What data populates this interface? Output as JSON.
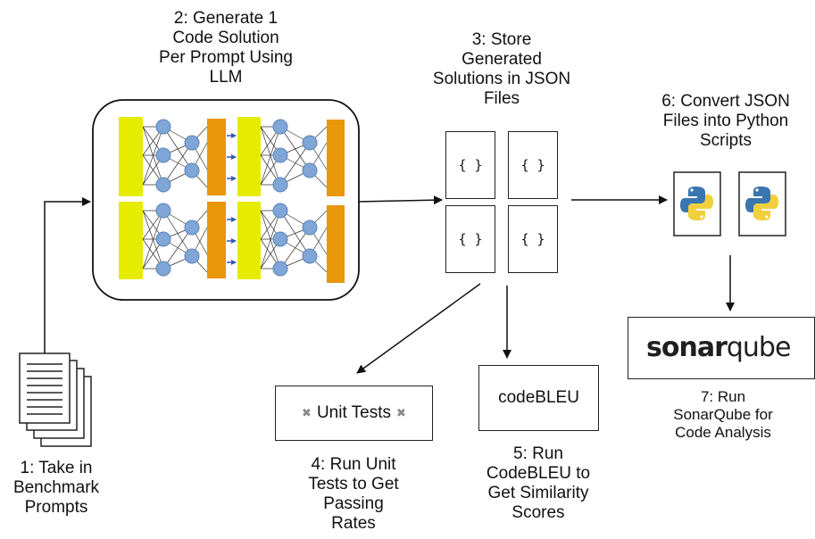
{
  "steps": {
    "step1": [
      "1: Take in",
      "Benchmark",
      "Prompts"
    ],
    "step2": [
      "2: Generate 1",
      "Code Solution",
      "Per Prompt Using",
      "LLM"
    ],
    "step3": [
      "3: Store",
      "Generated",
      "Solutions in JSON",
      "Files"
    ],
    "step4": [
      "4: Run Unit",
      "Tests to Get",
      "Passing",
      "Rates"
    ],
    "step5": [
      "5: Run",
      "CodeBLEU to",
      "Get Similarity",
      "Scores"
    ],
    "step6": [
      "6: Convert JSON",
      "Files into Python",
      "Scripts"
    ],
    "step7": [
      "7: Run",
      "SonarQube for",
      "Code Analysis"
    ]
  },
  "json_files": [
    "{ }",
    "{ }",
    "{ }",
    "{ }"
  ],
  "unit_tests_label": "Unit Tests",
  "codebleu_label": "codeBLEU",
  "sonarqube_logo": {
    "bold": "sonar",
    "light": "qube"
  },
  "icons": [
    "document-stack-icon",
    "neural-network-icon",
    "python-icon",
    "sonarqube-waves-icon"
  ],
  "colors": {
    "layer_yellow": "#e6ec00",
    "layer_orange": "#e8960a",
    "node_blue": "#7fa6d6"
  }
}
